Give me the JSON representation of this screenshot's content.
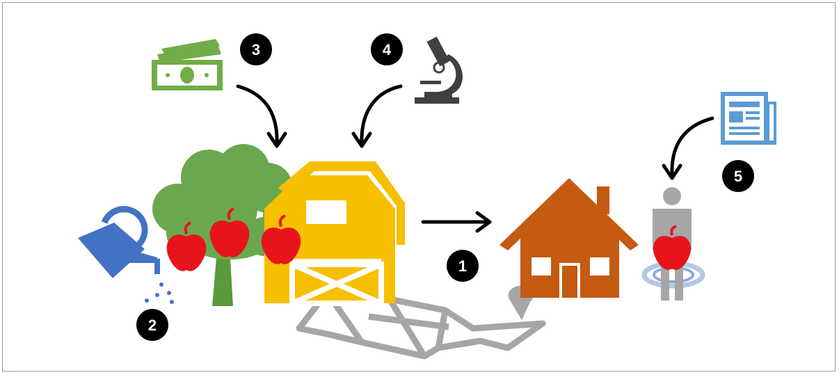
{
  "badges": [
    {
      "id": "flow",
      "label": "1"
    },
    {
      "id": "water",
      "label": "2"
    },
    {
      "id": "money",
      "label": "3"
    },
    {
      "id": "science",
      "label": "4"
    },
    {
      "id": "info",
      "label": "5"
    }
  ],
  "colors": {
    "tree_green": "#6aa84f",
    "trunk_green": "#5b9a3f",
    "apple_red": "#e8141b",
    "barn_yellow": "#f6c000",
    "house_orange": "#c55a11",
    "can_blue": "#4472c4",
    "money_green": "#70ad47",
    "news_blue": "#5b9bd5",
    "person_gray": "#a6a6a6",
    "road_gray": "#a6a6a6",
    "microscope_gray": "#404040",
    "arrow_black": "#000000"
  },
  "icons": [
    "money-icon",
    "microscope-icon",
    "newspaper-icon",
    "watering-can-icon",
    "apple-tree-icon",
    "barn-icon",
    "house-icon",
    "person-icon",
    "road-map-icon"
  ]
}
